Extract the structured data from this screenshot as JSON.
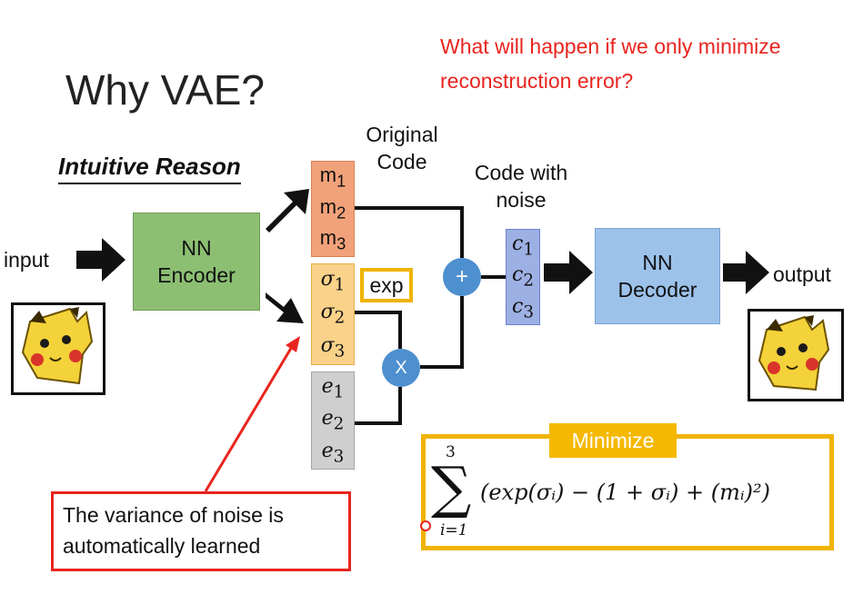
{
  "title": "Why VAE?",
  "question": "What will happen if we only minimize reconstruction error?",
  "reason": "Intuitive Reason",
  "input_label": "input",
  "output_label": "output",
  "encoder": {
    "line1": "NN",
    "line2": "Encoder"
  },
  "decoder": {
    "line1": "NN",
    "line2": "Decoder"
  },
  "original_code_label": {
    "line1": "Original",
    "line2": "Code"
  },
  "code_with_noise_label": {
    "line1": "Code with",
    "line2": "noise"
  },
  "m_vars": [
    "m",
    "m",
    "m"
  ],
  "sigma_vars": [
    "σ",
    "σ",
    "σ"
  ],
  "e_vars": [
    "e",
    "e",
    "e"
  ],
  "c_vars": [
    "c",
    "c",
    "c"
  ],
  "subscripts": [
    "1",
    "2",
    "3"
  ],
  "exp_label": "exp",
  "plus_symbol": "+",
  "times_symbol": "X",
  "noise_note": "The variance of noise is automatically learned",
  "minimize": {
    "tag": "Minimize",
    "sum_top": "3",
    "sum_bottom": "i=1",
    "sigma_symbol": "∑",
    "expression": "(exp(σᵢ) − (1 + σᵢ) + (mᵢ)²)"
  },
  "colors": {
    "red": "#e8251f",
    "yellow": "#f0b400",
    "blue": "#4d8fcf"
  }
}
